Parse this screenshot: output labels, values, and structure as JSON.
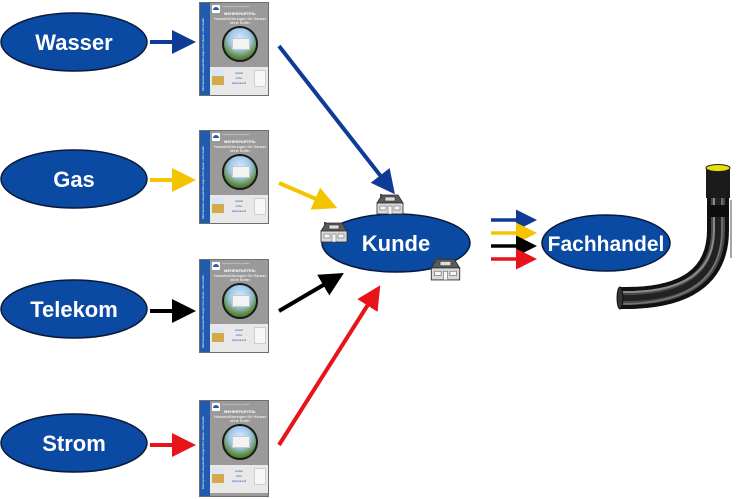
{
  "diagram": {
    "sources": [
      {
        "id": "wasser",
        "label": "Wasser",
        "color": "#0d3b96"
      },
      {
        "id": "gas",
        "label": "Gas",
        "color": "#f5c400"
      },
      {
        "id": "telekom",
        "label": "Telekom",
        "color": "#000000"
      },
      {
        "id": "strom",
        "label": "Strom",
        "color": "#e8141b"
      }
    ],
    "hub": {
      "label": "Kunde"
    },
    "target": {
      "label": "Fachhandel"
    },
    "brochure": {
      "authors": "Dipl.-Ing. Autor, Dipl.-Ing. Autor",
      "title": "MEHRSPARTEN-",
      "subtitle": "Hauseinführungen für Häuser ohne Keller",
      "tags": [
        "einfach",
        "sicher",
        "platzsparend"
      ],
      "spine": "Mehrsparten-Hauseinführungen für Häuser ohne Keller"
    },
    "colors": {
      "ellipse_fill": "#0b4aa3",
      "ellipse_stroke": "#0a1a3a",
      "text": "#ffffff"
    }
  }
}
